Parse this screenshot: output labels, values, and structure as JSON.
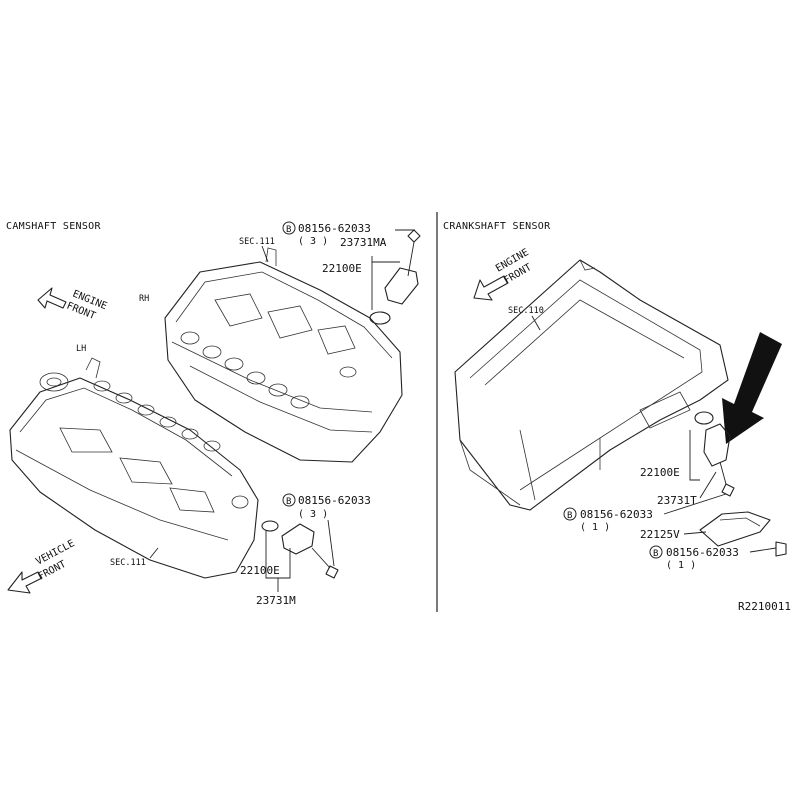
{
  "left_panel": {
    "title": "CAMSHAFT SENSOR",
    "sec_top": "SEC.111",
    "sec_bottom": "SEC.111",
    "rh": "RH",
    "lh": "LH",
    "engine_front": [
      "ENGINE",
      "FRONT"
    ],
    "vehicle_front": [
      "VEHICLE",
      "FRONT"
    ],
    "bolt_symbol": "B",
    "bolt_top_pn": "08156-62033",
    "bolt_top_qty": "( 3 )",
    "sensor_top_pn": "23731MA",
    "oring_top_pn": "22100E",
    "bolt_bottom_pn": "08156-62033",
    "bolt_bottom_qty": "( 3 )",
    "oring_bottom_pn": "22100E",
    "sensor_bottom_pn": "23731M"
  },
  "right_panel": {
    "title": "CRANKSHAFT SENSOR",
    "engine_front": [
      "ENGINE",
      "FRONT"
    ],
    "sec": "SEC.110",
    "bolt_symbol": "B",
    "oring_pn": "22100E",
    "sensor_pn": "23731T",
    "bolt1_pn": "08156-62033",
    "bolt1_qty": "( 1 )",
    "cover_pn": "22125V",
    "bolt2_pn": "08156-62033",
    "bolt2_qty": "( 1 )"
  },
  "figure_code": "R2210011"
}
